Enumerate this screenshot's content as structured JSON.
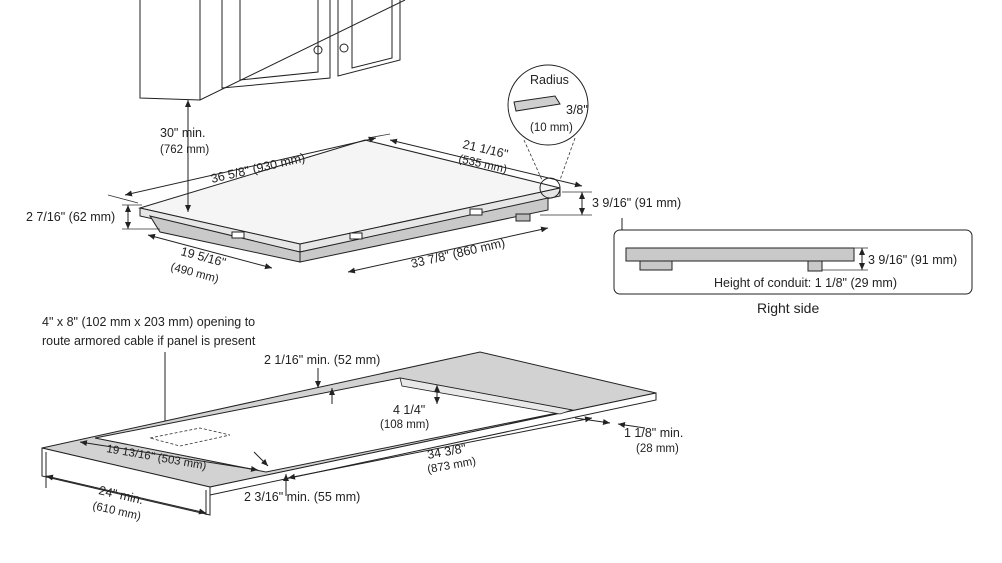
{
  "top": {
    "cabinet_clearance": "30\" min.",
    "cabinet_clearance_mm": "(762 mm)",
    "radius_title": "Radius",
    "radius_value": "3/8\"",
    "radius_mm": "(10 mm)",
    "width_label": "36 5/8\" (930 mm)",
    "depth_label": "21 1/16\"",
    "depth_mm": "(535 mm)",
    "thickness_left": "2 7/16\" (62 mm)",
    "thickness_right": "3 9/16\" (91 mm)",
    "bottom_depth": "19 5/16\"",
    "bottom_depth_mm": "(490 mm)",
    "bottom_width": "33 7/8\" (860 mm)"
  },
  "right_side": {
    "height_label": "3 9/16\" (91 mm)",
    "conduit_label": "Height of conduit: 1 1/8\" (29 mm)",
    "caption": "Right side"
  },
  "cutout": {
    "opening_line1": "4\" x 8\" (102 mm x 203 mm) opening to",
    "opening_line2": "route armored cable if panel is present",
    "back_margin": "2 1/16\" min. (52 mm)",
    "cut_depth_inner": "4 1/4\"",
    "cut_depth_inner_mm": "(108 mm)",
    "side_margin": "1 1/8\" min.",
    "side_margin_mm": "(28 mm)",
    "cut_depth": "19 13/16\" (503 mm)",
    "cut_width": "34 3/8\"",
    "cut_width_mm": "(873 mm)",
    "counter_depth": "24\" min.",
    "counter_depth_mm": "(610 mm)",
    "front_margin": "2 3/16\" min. (55 mm)"
  }
}
